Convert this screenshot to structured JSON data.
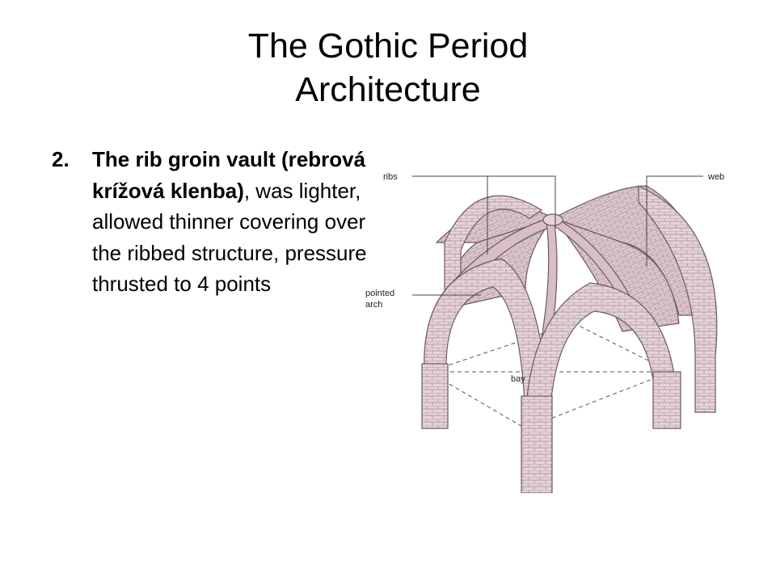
{
  "slide": {
    "title_line1": "The Gothic Period",
    "title_line2": "Architecture"
  },
  "bullet": {
    "number": "2.",
    "bold_text": "The rib groin vault (rebrová  krížová klenba)",
    "text": ", was lighter, allowed thinner covering over the ribbed structure, pressure thrusted to 4 points"
  },
  "figure": {
    "labels": {
      "ribs": "ribs",
      "web": "web",
      "pointed_arch_1": "pointed",
      "pointed_arch_2": "arch",
      "bay": "bay"
    },
    "colors": {
      "stone_fill": "#e6d2d8",
      "stone_dark": "#cfb6bf",
      "stroke": "#6b5a60",
      "leader": "#444444"
    }
  }
}
